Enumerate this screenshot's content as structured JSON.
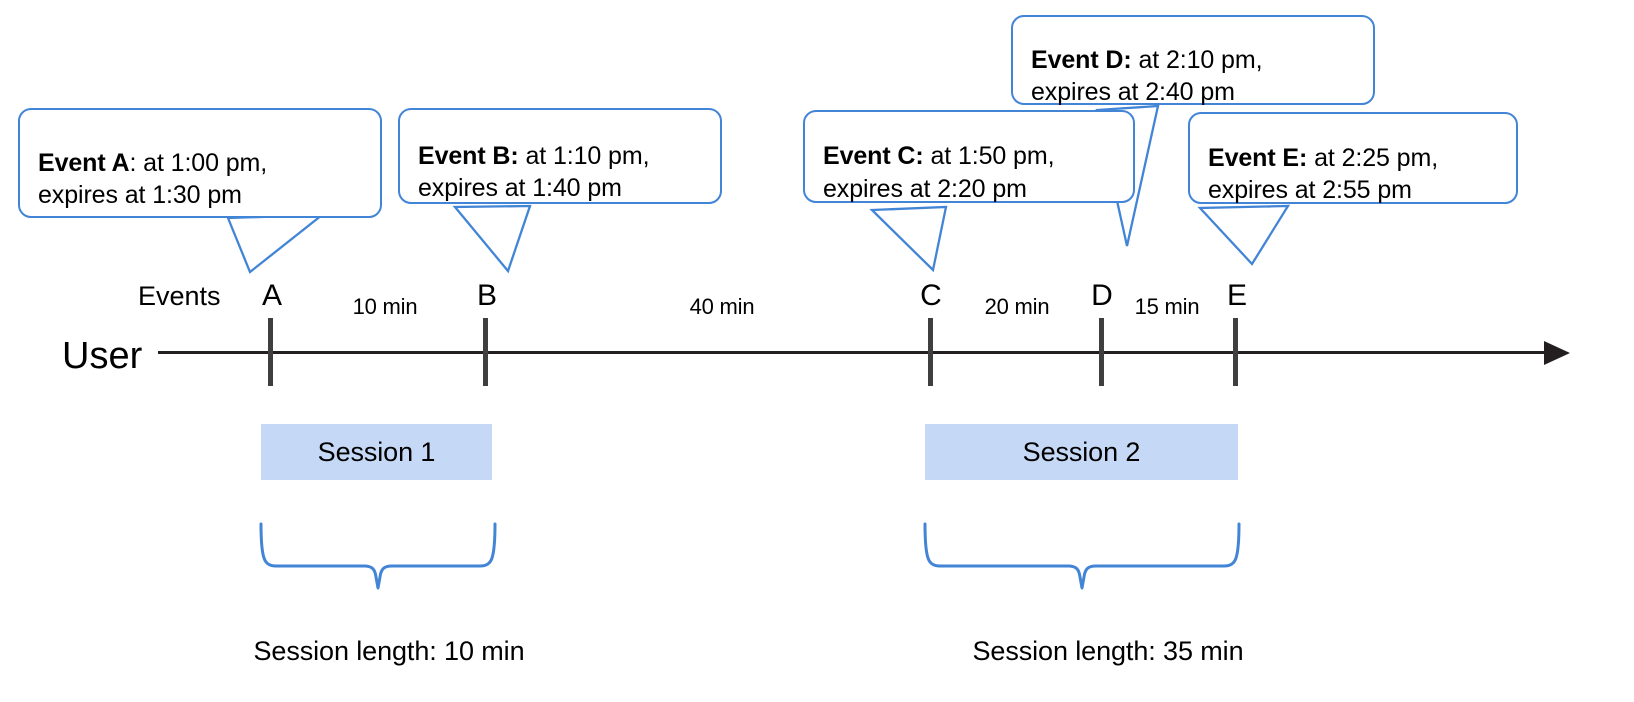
{
  "diagram": {
    "title": "User session timeline with event expiration callouts",
    "accent_blue": "#4285d6",
    "session_fill": "#c5d9f7",
    "axis_color": "#231f20",
    "tick_color": "#3f3f3f"
  },
  "axis": {
    "lane_label": "User",
    "row_label": "Events"
  },
  "callouts": [
    {
      "id": "A",
      "bold": "Event A",
      "sep": ":",
      "rest": " at 1:00 pm,\nexpires at 1:30 pm",
      "time": "1:00 pm",
      "expires": "1:30 pm"
    },
    {
      "id": "B",
      "bold": "Event B:",
      "sep": "",
      "rest": " at 1:10 pm,\nexpires at 1:40 pm",
      "time": "1:10 pm",
      "expires": "1:40 pm"
    },
    {
      "id": "C",
      "bold": "Event C:",
      "sep": "",
      "rest": " at 1:50 pm,\nexpires at 2:20 pm",
      "time": "1:50 pm",
      "expires": "2:20 pm"
    },
    {
      "id": "D",
      "bold": "Event D:",
      "sep": "",
      "rest": " at 2:10 pm,\nexpires at 2:40 pm",
      "time": "2:10 pm",
      "expires": "2:40 pm"
    },
    {
      "id": "E",
      "bold": "Event E:",
      "sep": "",
      "rest": " at 2:25 pm,\nexpires at 2:55 pm",
      "time": "2:25 pm",
      "expires": "2:55 pm"
    }
  ],
  "events": [
    {
      "label": "A"
    },
    {
      "label": "B"
    },
    {
      "label": "C"
    },
    {
      "label": "D"
    },
    {
      "label": "E"
    }
  ],
  "intervals": [
    {
      "label": "10 min",
      "from": "A",
      "to": "B"
    },
    {
      "label": "40 min",
      "from": "B",
      "to": "C"
    },
    {
      "label": "20 min",
      "from": "C",
      "to": "D"
    },
    {
      "label": "15 min",
      "from": "D",
      "to": "E"
    }
  ],
  "sessions": [
    {
      "name": "Session 1",
      "caption": "Session length: 10 min",
      "length": "10 min"
    },
    {
      "name": "Session 2",
      "caption": "Session length: 35 min",
      "length": "35 min"
    }
  ]
}
